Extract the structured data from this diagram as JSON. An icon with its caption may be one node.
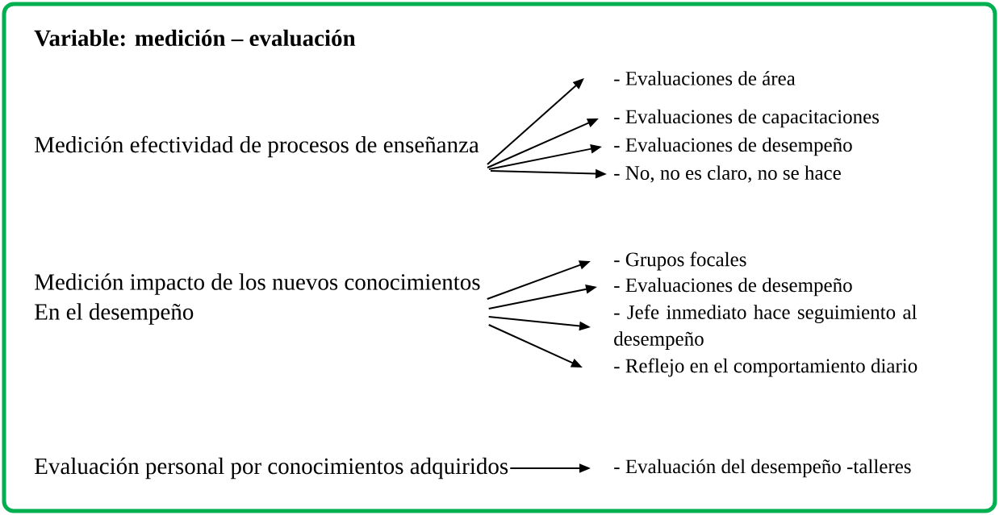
{
  "diagram": {
    "nodes": [
      {
        "text": [
          "Variable: medición – evaluación"
        ]
      },
      {
        "text": [
          "Medición efectividad de procesos de enseñanza"
        ],
        "in": 0
      },
      {
        "text": [
          "- Evaluaciones de área"
        ],
        "in": 0
      },
      {
        "text": [
          "- Evaluaciones de capacitaciones"
        ],
        "in": 0
      },
      {
        "text": [
          "- Evaluaciones de desempeño"
        ],
        "in": 0
      },
      {
        "text": [
          "- No, no es claro, no se hace"
        ],
        "in": 0
      },
      {
        "text": [
          "Medición impacto de los nuevos conocimientos",
          "En el desempeño"
        ],
        "in": 0
      },
      {
        "text": [
          "- Grupos focales"
        ],
        "in": 0
      },
      {
        "text": [
          "- Evaluaciones de desempeño"
        ],
        "in": 0
      },
      {
        "text": [
          "- Jefe inmediato hace seguimiento al desempeño"
        ],
        "in": 0
      },
      {
        "text": [
          "- Reflejo en el comportamiento diario"
        ],
        "in": 0
      },
      {
        "text": [
          "Evaluación personal por conocimientos adquiridos"
        ],
        "in": 0
      },
      {
        "text": [
          "- Evaluación del desempeño -talleres"
        ],
        "in": 0
      }
    ],
    "edges": [
      {
        "from": 1,
        "to": 2,
        "arrow": "to"
      },
      {
        "from": 1,
        "to": 3,
        "arrow": "to"
      },
      {
        "from": 1,
        "to": 4,
        "arrow": "to"
      },
      {
        "from": 1,
        "to": 5,
        "arrow": "to"
      },
      {
        "from": 6,
        "to": 7,
        "arrow": "to"
      },
      {
        "from": 6,
        "to": 8,
        "arrow": "to"
      },
      {
        "from": 6,
        "to": 9,
        "arrow": "to"
      },
      {
        "from": 6,
        "to": 10,
        "arrow": "to"
      },
      {
        "from": 11,
        "to": 12,
        "arrow": "to"
      }
    ]
  }
}
